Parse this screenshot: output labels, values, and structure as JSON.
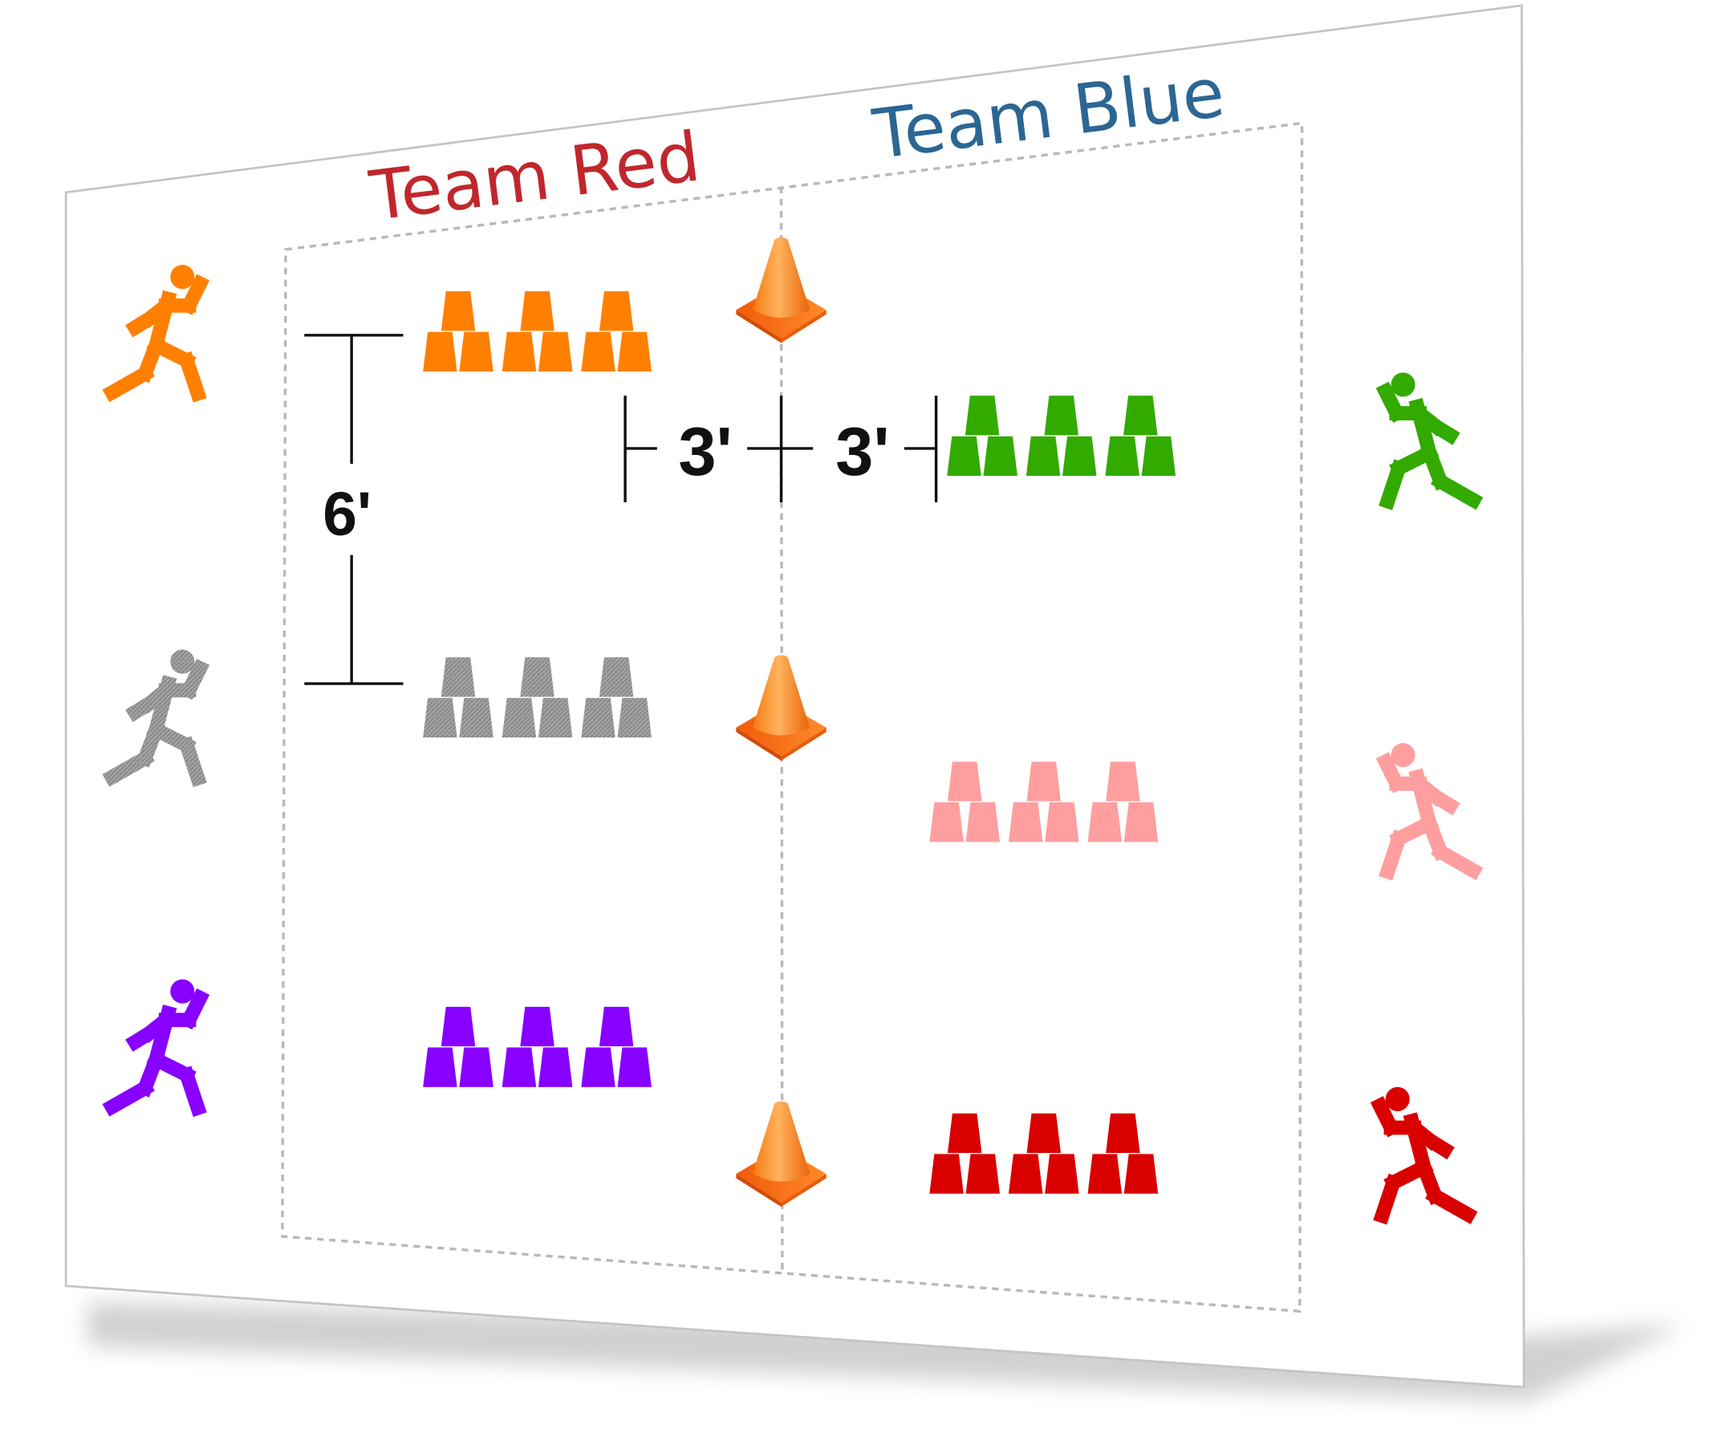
{
  "teams": {
    "red": {
      "label": "Team Red",
      "color": "#c0272d"
    },
    "blue": {
      "label": "Team Blue",
      "color": "#2c6693"
    }
  },
  "dimensions": {
    "vertical": "6'",
    "left": "3'",
    "right": "3'"
  },
  "colors": {
    "orange": "#ff8000",
    "gray": "#9e9e9e",
    "purple": "#8800ff",
    "green": "#33aa00",
    "pink": "#ff9e9e",
    "red": "#d90000",
    "cone": "#f57c14"
  },
  "players": [
    {
      "side": "left",
      "color": "orange"
    },
    {
      "side": "left",
      "color": "gray"
    },
    {
      "side": "left",
      "color": "purple"
    },
    {
      "side": "right",
      "color": "green"
    },
    {
      "side": "right",
      "color": "pink"
    },
    {
      "side": "right",
      "color": "red"
    }
  ],
  "cup_stacks": [
    {
      "side": "left",
      "color": "orange",
      "stacks": 3,
      "cups_per_stack": 3
    },
    {
      "side": "left",
      "color": "gray",
      "stacks": 3,
      "cups_per_stack": 3
    },
    {
      "side": "left",
      "color": "purple",
      "stacks": 3,
      "cups_per_stack": 3
    },
    {
      "side": "right",
      "color": "green",
      "stacks": 3,
      "cups_per_stack": 3
    },
    {
      "side": "right",
      "color": "pink",
      "stacks": 3,
      "cups_per_stack": 3
    },
    {
      "side": "right",
      "color": "red",
      "stacks": 3,
      "cups_per_stack": 3
    }
  ],
  "cones": [
    {
      "icon": "traffic-cone-icon"
    },
    {
      "icon": "traffic-cone-icon"
    },
    {
      "icon": "traffic-cone-icon"
    }
  ]
}
